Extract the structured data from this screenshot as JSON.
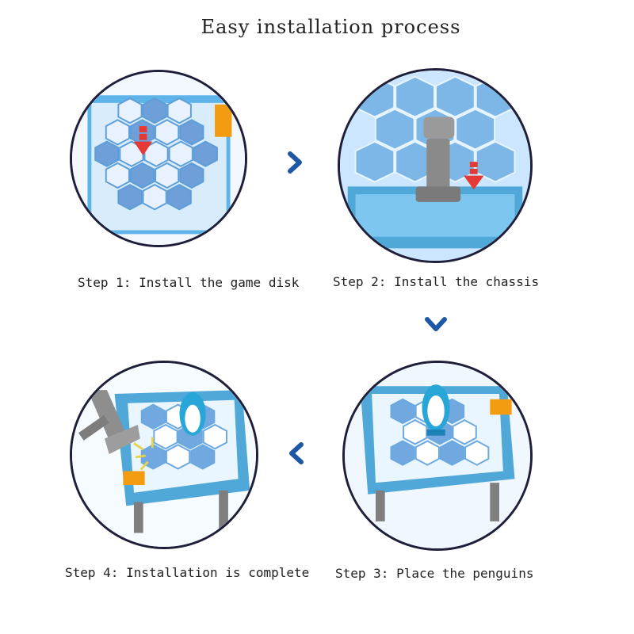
{
  "page": {
    "title": "Easy installation process"
  },
  "steps": [
    {
      "caption": "Step 1: Install the game disk"
    },
    {
      "caption": "Step 2: Install the chassis"
    },
    {
      "caption": "Step 3: Place the penguins"
    },
    {
      "caption": "Step 4: Installation is complete"
    }
  ],
  "arrows": [
    {
      "direction": "right",
      "icon": "chevron-right-icon"
    },
    {
      "direction": "down",
      "icon": "chevron-down-icon"
    },
    {
      "direction": "left",
      "icon": "chevron-left-icon"
    }
  ],
  "colors": {
    "frame_blue": "#4fa8d8",
    "ice_light": "#e9f5ff",
    "ice_dark": "#4f86c8",
    "arrow_blue": "#1f57a7",
    "down_arrow_red": "#e53935",
    "hammer_gray": "#8e8e8e"
  }
}
